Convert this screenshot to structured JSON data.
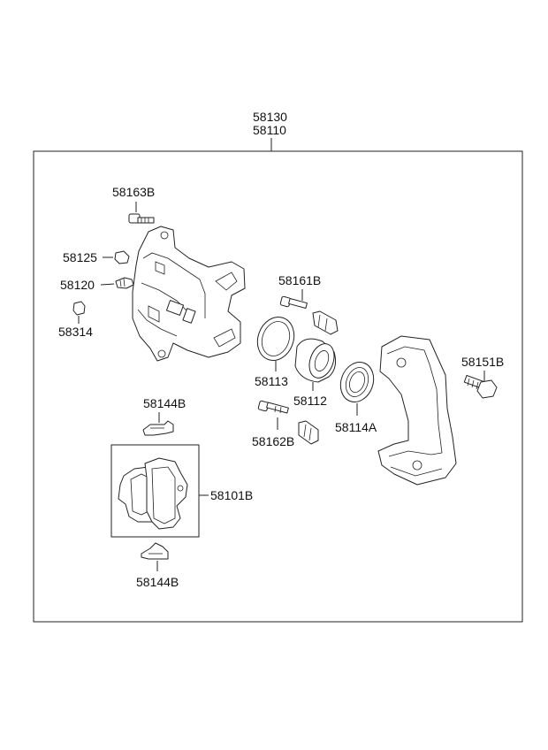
{
  "labels": {
    "assy_main": "58130",
    "assy_sub": "58110",
    "bolt_top": "58163B",
    "bleeder_cap": "58125",
    "bleeder_screw": "58120",
    "small_cap": "58314",
    "guide_pin_upper": "58161B",
    "piston_seal": "58113",
    "piston": "58112",
    "boot": "58114A",
    "guide_pin_lower": "58162B",
    "carrier_bolt": "58151B",
    "shim_upper": "58144B",
    "pad_kit": "58101B",
    "shim_lower": "58144B"
  }
}
